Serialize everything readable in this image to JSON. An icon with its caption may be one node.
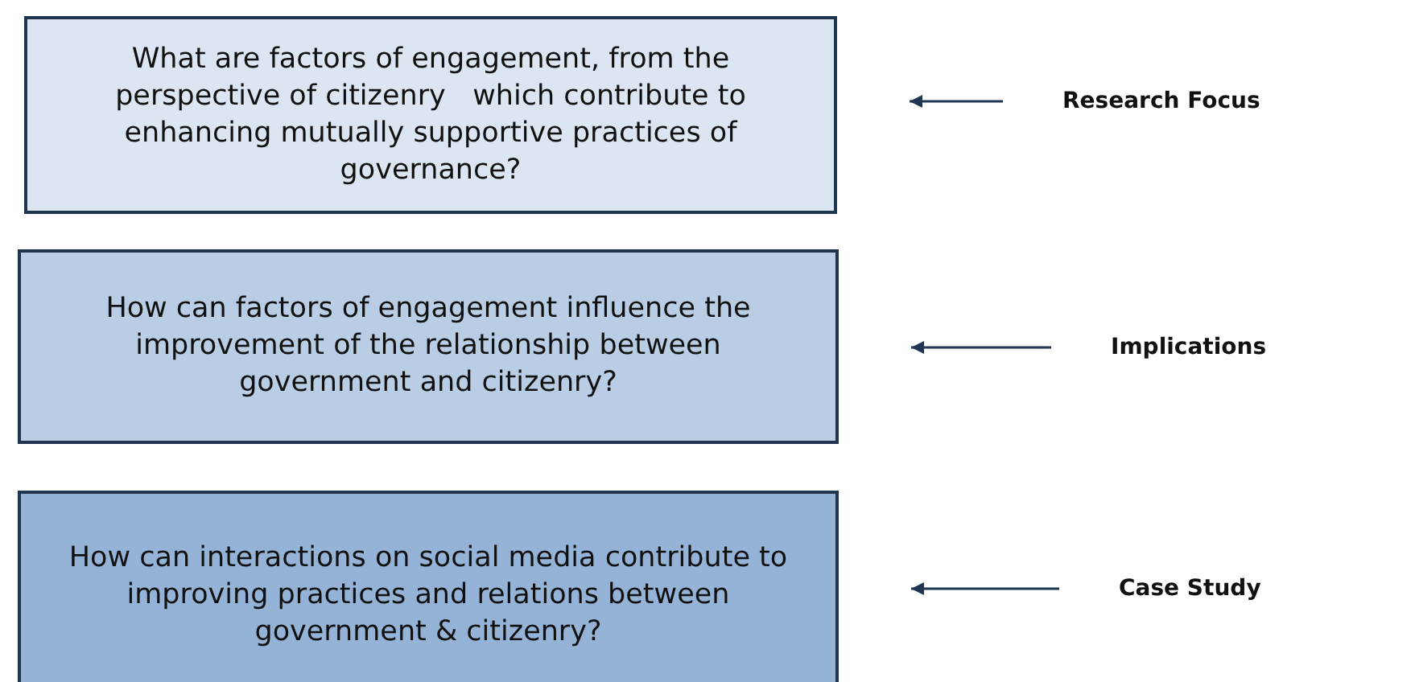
{
  "diagram": {
    "nodes": [
      {
        "text": [
          "What are factors of engagement, from the perspective of citizenry   which contribute to enhancing mutually supportive practices of governance?"
        ]
      },
      {
        "text": [
          "How can factors of engagement influence the improvement of the relationship between government and citizenry?"
        ]
      },
      {
        "text": [
          "How can interactions on social media contribute to improving practices and relations between government & citizenry?"
        ]
      },
      {
        "text": [
          "Research Focus"
        ]
      },
      {
        "text": [
          "Implications"
        ]
      },
      {
        "text": [
          "Case Study"
        ]
      }
    ],
    "edges": [
      {
        "from": 3,
        "to": 0,
        "arrow": "to"
      },
      {
        "from": 4,
        "to": 1,
        "arrow": "to"
      },
      {
        "from": 5,
        "to": 2,
        "arrow": "to"
      }
    ]
  }
}
